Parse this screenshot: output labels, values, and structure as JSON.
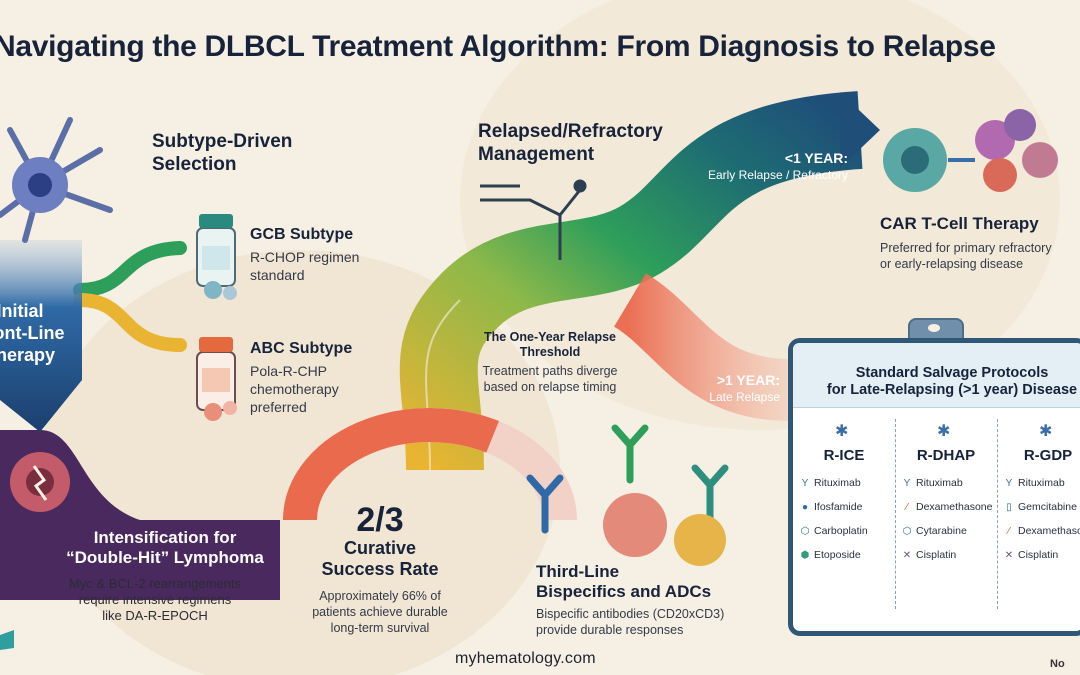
{
  "title": "Navigating the DLBCL Treatment Algorithm: From Diagnosis to Relapse",
  "initial": {
    "label_lines": [
      "Initial",
      "Front-Line",
      "Therapy"
    ]
  },
  "subtype": {
    "heading_lines": [
      "Subtype-Driven",
      "Selection"
    ],
    "gcb": {
      "name": "GCB Subtype",
      "desc_lines": [
        "R-CHOP regimen",
        "standard"
      ]
    },
    "abc": {
      "name": "ABC Subtype",
      "desc_lines": [
        "Pola-R-CHP",
        "chemotherapy",
        "preferred"
      ]
    }
  },
  "double_hit": {
    "title_lines": [
      "Intensification for",
      "“Double-Hit” Lymphoma"
    ],
    "desc_lines": [
      "Myc & BCL-2 rearrangements",
      "require intensive regimens",
      "like DA-R-EPOCH"
    ]
  },
  "curative": {
    "fraction": "2/3",
    "label_lines": [
      "Curative",
      "Success Rate"
    ],
    "desc_lines": [
      "Approximately 66% of",
      "patients achieve durable",
      "long-term survival"
    ],
    "value": 0.66
  },
  "relapsed": {
    "heading_lines": [
      "Relapsed/Refractory",
      "Management"
    ],
    "threshold_title_lines": [
      "The One-Year Relapse",
      "Threshold"
    ],
    "threshold_desc_lines": [
      "Treatment paths diverge",
      "based on relapse timing"
    ],
    "early": {
      "title": "<1 YEAR:",
      "sub": "Early Relapse / Refractory"
    },
    "late": {
      "title": ">1 YEAR:",
      "sub": "Late Relapse"
    }
  },
  "car_t": {
    "title": "CAR T-Cell Therapy",
    "desc_lines": [
      "Preferred for primary refractory",
      "or early-relapsing disease"
    ]
  },
  "third_line": {
    "title_lines": [
      "Third-Line",
      "Bispecifics and ADCs"
    ],
    "desc_lines": [
      "Bispecific antibodies (CD20xCD3)",
      "provide durable responses"
    ]
  },
  "salvage": {
    "title_lines": [
      "Standard Salvage Protocols",
      "for Late-Relapsing (>1 year) Disease"
    ],
    "protocols": [
      {
        "name": "R-ICE",
        "drugs": [
          "Rituximab",
          "Ifosfamide",
          "Carboplatin",
          "Etoposide"
        ]
      },
      {
        "name": "R-DHAP",
        "drugs": [
          "Rituximab",
          "Dexamethasone",
          "Cytarabine",
          "Cisplatin"
        ]
      },
      {
        "name": "R-GDP",
        "drugs": [
          "Rituximab",
          "Gemcitabine",
          "Dexamethasone",
          "Cisplatin"
        ]
      }
    ]
  },
  "footer": "myhematology.com",
  "corner_mark": "No",
  "colors": {
    "navy": "#1f4e79",
    "green": "#2e9e5b",
    "yellow": "#e8b432",
    "coral": "#ea6a4e",
    "purple": "#4a2a5e",
    "background": "#f6efe3"
  }
}
